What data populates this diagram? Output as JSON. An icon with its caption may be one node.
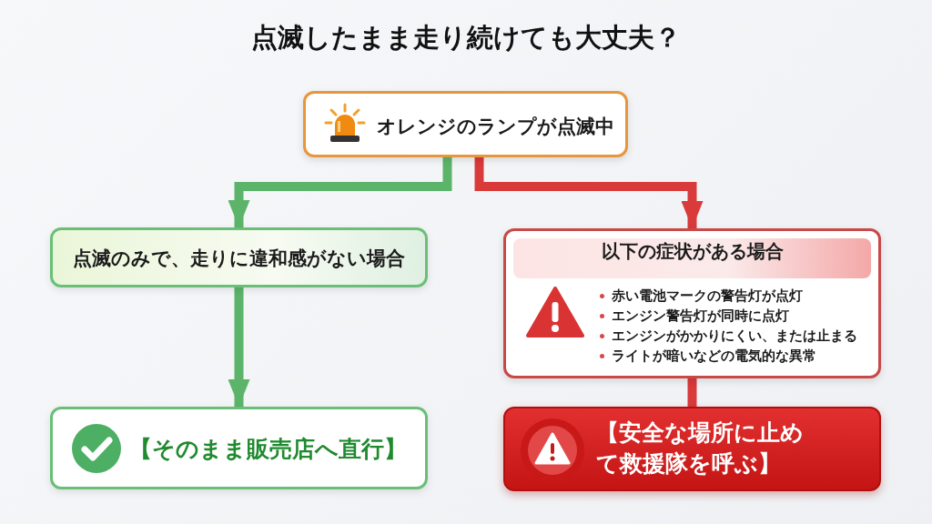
{
  "diagram": {
    "title": "点滅したまま走り続けても大丈夫？",
    "nodes": [
      {
        "text": [
          "オレンジのランプが点滅中"
        ]
      },
      {
        "text": [
          "点滅のみで、走りに違和感がない場合"
        ]
      },
      {
        "text": [
          "以下の症状がある場合",
          "赤い電池マークの警告灯が点灯",
          "エンジン警告灯が同時に点灯",
          "エンジンがかかりにくい、または止まる",
          "ライトが暗いなどの電気的な異常"
        ]
      },
      {
        "text": [
          "【そのまま販売店へ直行】"
        ]
      },
      {
        "text": [
          "【安全な場所に止めて救援隊を呼ぶ】"
        ]
      }
    ],
    "edges": [
      {
        "from": 0,
        "to": 1,
        "arrow": "to",
        "color": "#5cb46a"
      },
      {
        "from": 0,
        "to": 2,
        "arrow": "to",
        "color": "#d93a3a"
      },
      {
        "from": 1,
        "to": 3,
        "arrow": "to",
        "color": "#5cb46a"
      },
      {
        "from": 2,
        "to": 4,
        "arrow": "none",
        "color": "#d93a3a"
      }
    ]
  }
}
